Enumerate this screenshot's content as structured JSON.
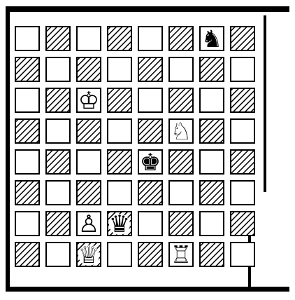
{
  "board": {
    "files": 8,
    "ranks": 8,
    "light_color": "#ffffff",
    "dark_color": "#000000",
    "dark_pattern": "diagonal-hatch",
    "rows": [
      [
        "light",
        "dark",
        "light",
        "dark",
        "light",
        "dark",
        "light",
        "dark"
      ],
      [
        "dark",
        "light",
        "dark",
        "light",
        "dark",
        "light",
        "dark",
        "light"
      ],
      [
        "light",
        "dark",
        "light",
        "dark",
        "light",
        "dark",
        "light",
        "dark"
      ],
      [
        "dark",
        "light",
        "dark",
        "light",
        "dark",
        "light",
        "dark",
        "light"
      ],
      [
        "light",
        "dark",
        "light",
        "dark",
        "light",
        "dark",
        "light",
        "dark"
      ],
      [
        "dark",
        "light",
        "dark",
        "light",
        "dark",
        "light",
        "dark",
        "light"
      ],
      [
        "light",
        "dark",
        "light",
        "dark",
        "light",
        "dark",
        "light",
        "dark"
      ],
      [
        "dark",
        "light",
        "dark",
        "light",
        "dark",
        "light",
        "dark",
        "light"
      ]
    ]
  },
  "pieces": [
    {
      "id": "black-knight-g8",
      "color": "black",
      "type": "knight",
      "glyph": "♞",
      "file": 7,
      "rank": 1
    },
    {
      "id": "white-king-c6",
      "color": "white",
      "type": "king",
      "glyph": "♔",
      "file": 3,
      "rank": 3
    },
    {
      "id": "white-knight-f5",
      "color": "white",
      "type": "knight",
      "glyph": "♘",
      "file": 6,
      "rank": 4
    },
    {
      "id": "black-king-e4",
      "color": "black",
      "type": "king",
      "glyph": "♚",
      "file": 5,
      "rank": 5
    },
    {
      "id": "white-pawn-c2",
      "color": "white",
      "type": "pawn",
      "glyph": "♙",
      "file": 3,
      "rank": 7
    },
    {
      "id": "black-queen-d2",
      "color": "black",
      "type": "queen",
      "glyph": "♛",
      "file": 4,
      "rank": 7
    },
    {
      "id": "white-queen-c1",
      "color": "white",
      "type": "queen",
      "glyph": "♕",
      "file": 3,
      "rank": 8
    },
    {
      "id": "white-rook-f1",
      "color": "white",
      "type": "rook",
      "glyph": "♖",
      "file": 6,
      "rank": 8
    }
  ]
}
